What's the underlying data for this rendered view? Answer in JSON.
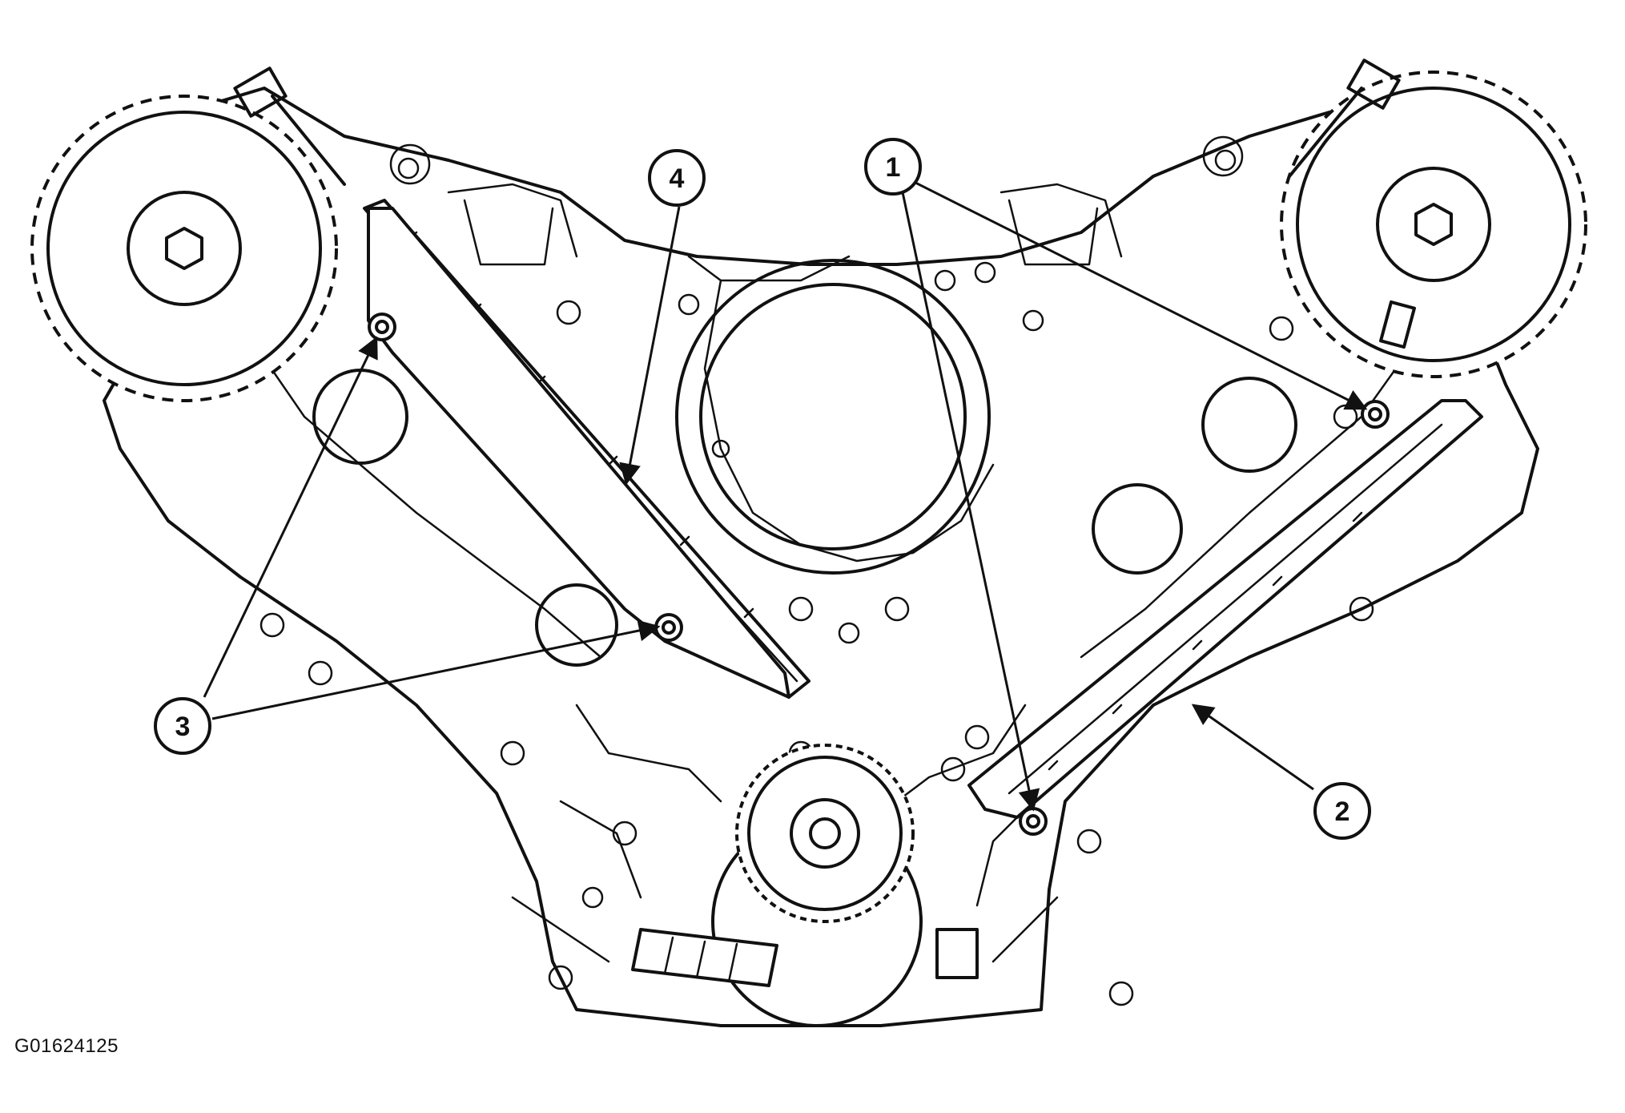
{
  "figure": {
    "id_text": "G01624125"
  },
  "callouts": [
    {
      "number": "1"
    },
    {
      "number": "2"
    },
    {
      "number": "3"
    },
    {
      "number": "4"
    }
  ],
  "icons": {
    "callout_marker": "numbered-circle-icon",
    "arrow": "leader-arrow-icon"
  }
}
